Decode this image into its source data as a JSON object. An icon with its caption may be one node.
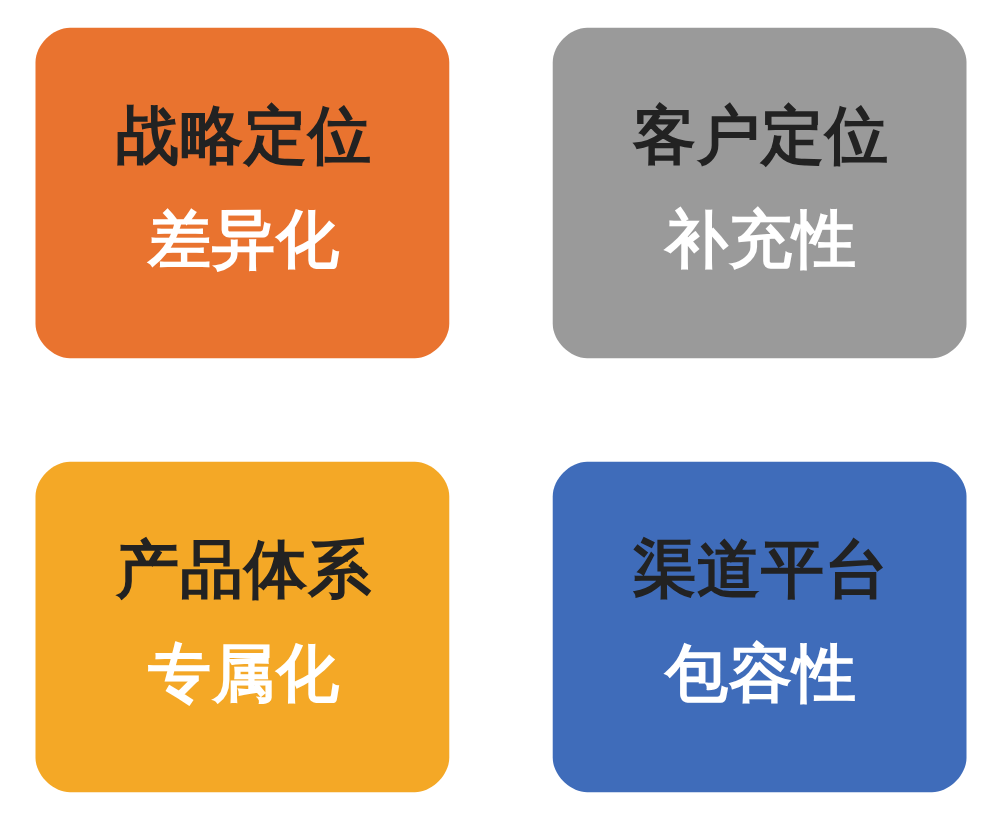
{
  "diagram": {
    "nodes": [
      {
        "text": [
          "战略定位",
          "差异化"
        ]
      },
      {
        "text": [
          "客户定位",
          "补充性"
        ]
      },
      {
        "text": [
          "产品体系",
          "专属化"
        ]
      },
      {
        "text": [
          "渠道平台",
          "包容性"
        ]
      }
    ]
  }
}
